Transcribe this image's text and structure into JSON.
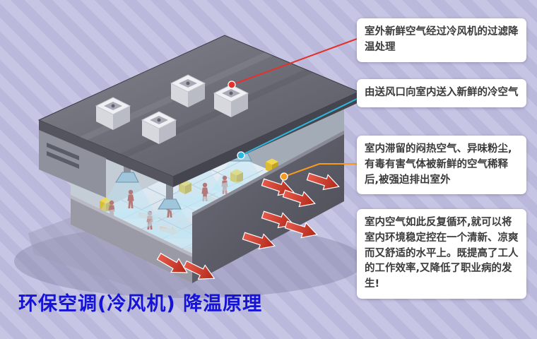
{
  "page": {
    "title": "环保空调(冷风机) 降温原理",
    "title_color": "#1413d6",
    "background_stripe_colors": [
      "#c7c5e4",
      "#bbb9db"
    ]
  },
  "callouts": [
    {
      "id": "outdoor-air-filtered",
      "text": "室外新鲜空气经过冷风机的过滤降温处理",
      "connector_color": "#e5312b"
    },
    {
      "id": "supply-fresh-cool-air",
      "text": "由送风口向室内送入新鲜的冷空气",
      "connector_color": "#2fb8dd"
    },
    {
      "id": "exhaust-stale-air",
      "text": "室内滞留的闷热空气、异味粉尘,有毒有害气体被新鲜的空气稀释后,被强迫排出室外",
      "connector_color": "#f59a1e"
    },
    {
      "id": "circulation-benefits",
      "text": "室内空气如此反复循环,就可以将室内环境稳定控在一个清新、凉爽而又舒适的水平上。既提高了工人的工作效率,又降低了职业病的发生!",
      "connector_color": null
    }
  ]
}
